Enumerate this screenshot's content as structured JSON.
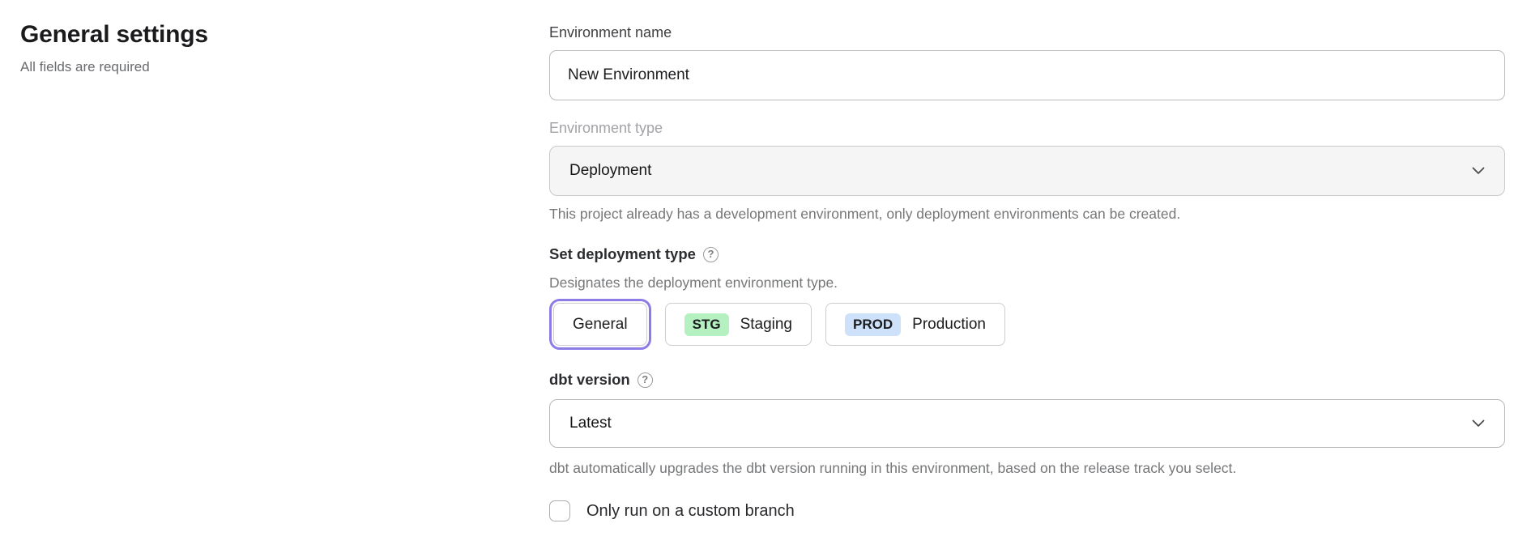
{
  "page": {
    "title": "General settings",
    "subtitle": "All fields are required"
  },
  "form": {
    "environment_name": {
      "label": "Environment name",
      "value": "New Environment"
    },
    "environment_type": {
      "label": "Environment type",
      "value": "Deployment",
      "disabled": true,
      "helper": "This project already has a development environment, only deployment environments can be created."
    },
    "deployment_type": {
      "label": "Set deployment type",
      "help_glyph": "?",
      "helper": "Designates the deployment environment type.",
      "options": [
        {
          "label": "General",
          "selected": true
        },
        {
          "badge": "STG",
          "label": "Staging",
          "badge_color": "#b4f0c0"
        },
        {
          "badge": "PROD",
          "label": "Production",
          "badge_color": "#cde1fa"
        }
      ]
    },
    "dbt_version": {
      "label": "dbt version",
      "help_glyph": "?",
      "value": "Latest",
      "helper": "dbt automatically upgrades the dbt version running in this environment, based on the release track you select."
    },
    "custom_branch": {
      "label": "Only run on a custom branch",
      "checked": false
    }
  },
  "colors": {
    "accent_selected_ring": "#8b7ce8",
    "staging_badge_bg": "#b4f0c0",
    "production_badge_bg": "#cde1fa",
    "disabled_field_bg": "#f5f5f5",
    "helper_text": "#767779"
  }
}
